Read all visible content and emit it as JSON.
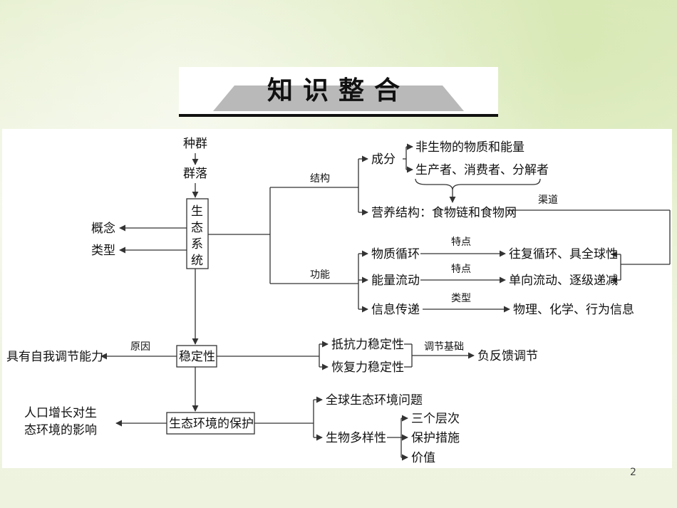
{
  "title": "知识整合",
  "page_number": "2",
  "diagram": {
    "population": "种群",
    "community": "群落",
    "ecosystem": [
      "生",
      "态",
      "系",
      "统"
    ],
    "concept": "概念",
    "types": "类型",
    "structure": "结构",
    "function": "功能",
    "components": "成分",
    "nonliving": "非生物的物质和能量",
    "producers": "生产者、消费者、分解者",
    "trophic": "营养结构：食物链和食物网",
    "channel": "渠道",
    "matter_cycle": "物质循环",
    "energy_flow": "能量流动",
    "info_transfer": "信息传递",
    "feature1": "特点",
    "feature2": "特点",
    "type_label": "类型",
    "cycle_feature": "往复循环、具全球性",
    "energy_feature": "单向流动、逐级递减",
    "info_types": "物理、化学、行为信息",
    "stability": "稳定性",
    "reason": "原因",
    "self_regulation": "具有自我调节能力",
    "resistance": "抵抗力稳定性",
    "resilience": "恢复力稳定性",
    "regulation_basis": "调节基础",
    "negative_feedback": "负反馈调节",
    "protection": "生态环境的保护",
    "population_growth": [
      "人口增长对生",
      "态环境的影响"
    ],
    "global_issues": "全球生态环境问题",
    "biodiversity": "生物多样性",
    "three_levels": "三个层次",
    "measures": "保护措施",
    "value": "价值"
  }
}
